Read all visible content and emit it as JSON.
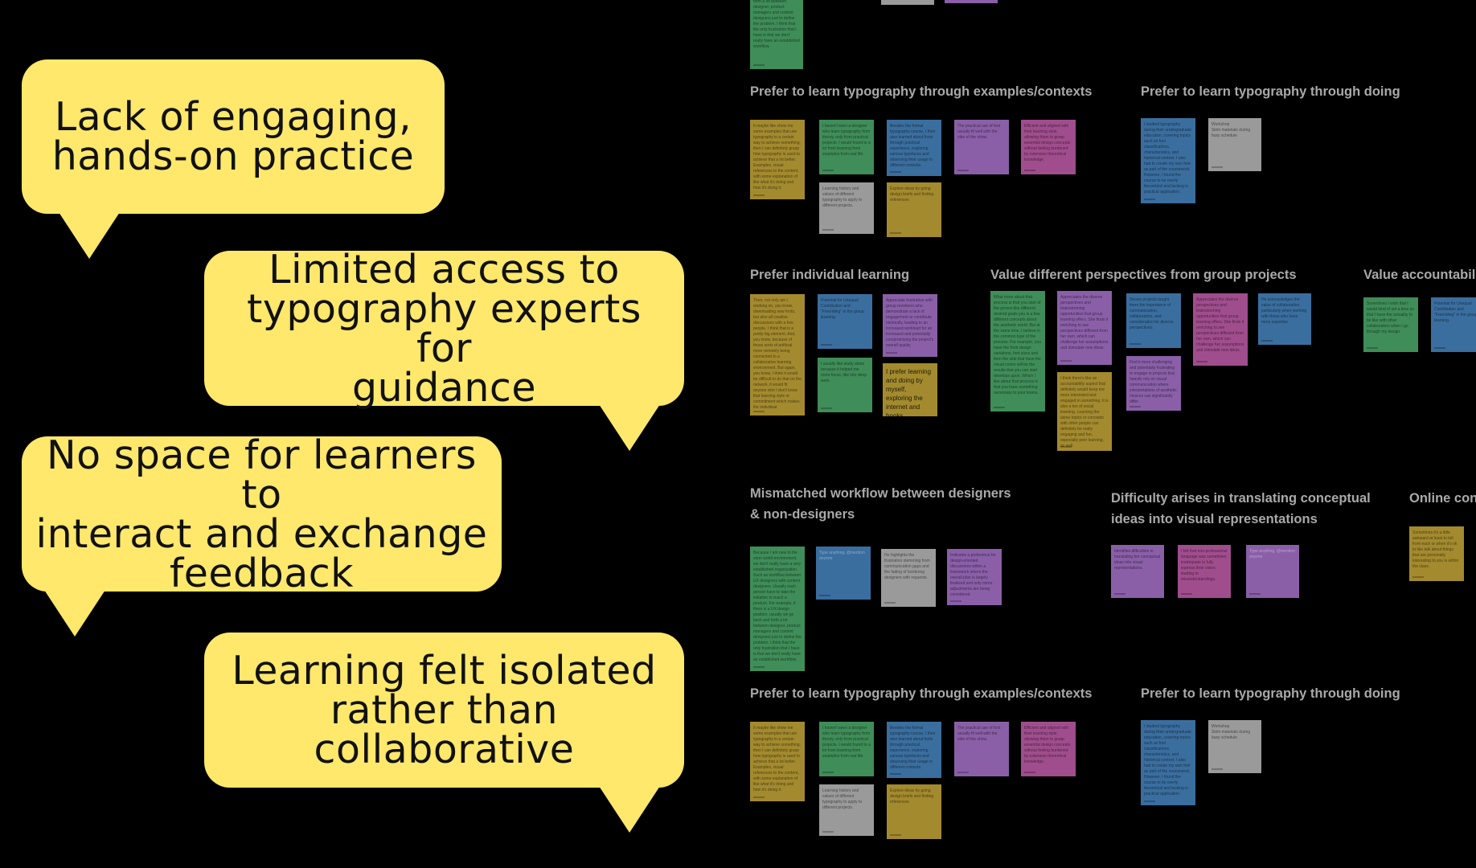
{
  "bubbles": [
    {
      "text": "Lack of engaging,\nhands-on practice"
    },
    {
      "text": "Limited access to\ntypography experts for\nguidance"
    },
    {
      "text": "No space for learners to\ninteract and exchange\nfeedback"
    },
    {
      "text": "Learning felt isolated\nrather than collaborative"
    }
  ],
  "clusters": {
    "examples_1": "Prefer to learn typography through examples/contexts",
    "doing_1": "Prefer to learn typography through doing",
    "individual": "Prefer individual learning",
    "perspectives": "Value different perspectives from group projects",
    "accountability": "Value accountabili",
    "mismatch": "Mismatched workflow between designers\n& non-designers",
    "translating": "Difficulty arises in translating conceptual\nideas into visual representations",
    "online": "Online con",
    "examples_2": "Prefer to learn typography through examples/contexts",
    "doing_2": "Prefer to learn typography through doing"
  },
  "notes": {
    "top_green": "UX design position, usually we go back and forth a lot between designer, product managers and content designers just to define the problem. I think that the only frustration that I have is that we don't really have an established workflow.",
    "ex1_a": "It maybe like show me some examples that use typography in a certain way to achieve something, then I can definitely grasp how typography is used to achieve that a lot better. Examples, visual references to the content, with some explanation of like what it's doing and how it's doing it.",
    "ex1_b": "I haven't seen a designer who learn typography from theory, only from practical projects. I would found to a lot from learning from examples from real life.",
    "ex1_c": "Besides the formal typography course, I then also learned about fonts through practical experience, exploring various typefaces and observing their usage in different contexts.",
    "ex1_d": "The practical use of font usually fit well with the vibe of the show.",
    "ex1_e": "Efficient and aligned with their learning style, allowing them to grasp essential design concepts without feeling burdened by extensive theoretical knowledge.",
    "ex1_f": "Learning history and values of different typography to apply to different projects.",
    "ex1_g": "Explore ideas by going design briefs and finding references",
    "do1_a": "I studied typography during their undergraduate education, covering topics such as font classifications, characteristics, and historical context. I also had to create my own font as part of the coursework. However, I found the course to be overly theoretical and lacking in practical application.",
    "do1_b": "Workshop\nSkim materials during busy schedule",
    "ind_a": "Then, not only am I working on, you know, downloading new fonts, but also all creative discussions with a few people. I think that is a pretty big element. And, you know, because of those sorts of artificial more remotely being connected to a collaborative learning environment. But again, you know, I think it would be difficult to do that on the network, it would fit anyone who I don't know that learning style or commitment which makes the individual.",
    "ind_b": "Potential for Unequal Contribution and \"Freeriding\" in the group learning.",
    "ind_c": "Appreciate frustration with group members who demonstrate a lack of engagement or contribute minimally, leading to an increased workload for an increased and potentially compromising the project's overall quality.",
    "ind_d": "I usually like study alone because it helped me more focus, like into deep work.",
    "ind_e": "I prefer learning and doing by myself, exploring the internet and books",
    "per_a": "What more about that process is that you start of the person like different desired goals you is a few different concepts about the aesthetic world. But at the same time, I believe in the common type of the process. For example, you have the front design variations, font sizes and then the side that have the visual colors will be the results that you can start develops upon. Which I like about that process is that you have something necessary to your teams.",
    "per_b": "Appreciates the diverse perspectives and brainstorming opportunities that group learning offers. She finds it enriching to see perspectives different from her own, which can challenge her assumptions and stimulate new ideas.",
    "per_c": "I think there's like an accountability aspect that definitely would keep me more interested and engaged in something. It is also a ton of social learning. Learning the same topics or concepts with other people can definitely be really engaging and fun, especially peer learning, as well.",
    "per_d": "Shows projects taught them the importance of communication, collaboration, and consideration for diverse perspectives.",
    "per_e": "Find it more challenging and potentially frustrating to engage in projects that heavily rely on visual communication where interpretations of aesthetic choices can significantly differ.",
    "per_f": "Appreciates the diverse perspectives and brainstorming opportunities that group learning offers. She finds it enriching to see perspectives different from her own, which can challenge her assumptions and stimulate new ideas.",
    "per_g": "He acknowledges the value of collaboration, particularly when working with those who have more expertise.",
    "acc_a": "Sometimes I wish that I would kind of set a time so that I have the actuality to be like with other collaborators when I go through my design.",
    "acc_b": "Potential for Unequal Contribution and \"Freeriding\" in the group learning.",
    "mis_a": "Because I am new to the stem world environment, we don't really have a very established organization. Such as workflow between UX designers with content designers. Usually each person have to take the initiative to reach a product. For example, if there is a UX design position, usually we go back and forth a lot between designer, product managers and content designers just to define the problem. I think that the only frustration that I have is that we don't really have an established workflow.",
    "mis_b": "Type anything, @mention anyone",
    "mis_c": "He highlights the frustration stemming from communication gaps and the fading of bordering designers with requests.",
    "mis_d": "Indicates a preference for design-oriented discussions within a framework where the overall plan is largely finalized and only minor adjustments are being considered.",
    "tr_a": "Identifies difficulties in translating her conceptual ideas into visual representations.",
    "tr_b": "I felt that non-professional language was sometimes inadequate to fully express their vision, leading to misunderstandings.",
    "tr_c": "Type anything, @mention anyone",
    "on_a": "Sometimes it's a little awkward at least to tell from each or when it's ok to like talk about things that are personally interesting to you is within the class."
  },
  "colors": {
    "bubble": "#ffe86b",
    "green": "#3f8d58",
    "olive": "#a38a2e",
    "blue": "#3a6e9f",
    "purple": "#8a5fa8",
    "magenta": "#a04d8d",
    "gray": "#9a9a9a"
  }
}
